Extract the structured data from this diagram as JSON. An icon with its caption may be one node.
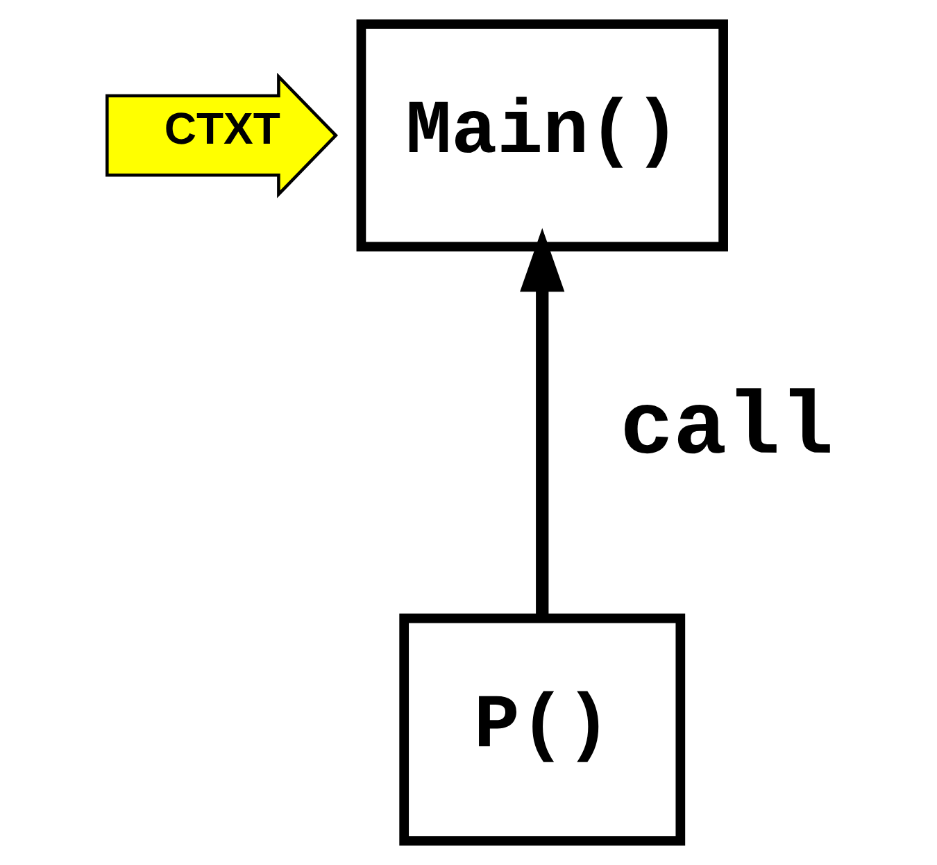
{
  "diagram": {
    "nodes": [
      {
        "text": [
          "CTXT"
        ]
      },
      {
        "text": [
          "Main()"
        ]
      },
      {
        "text": [
          "P()"
        ]
      }
    ],
    "edges": [
      {
        "from": 2,
        "to": 1,
        "arrow": "to",
        "label": "call"
      }
    ]
  }
}
